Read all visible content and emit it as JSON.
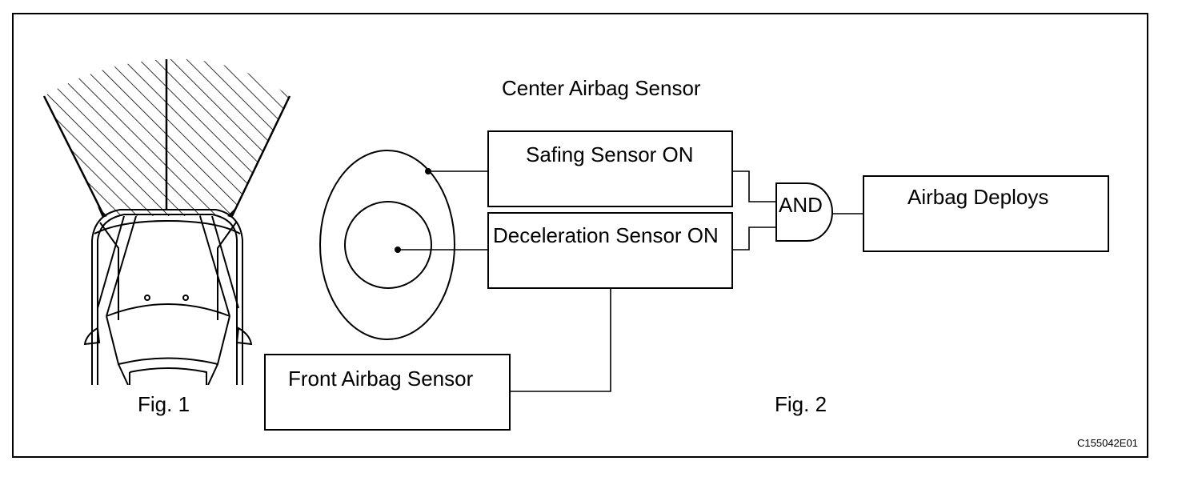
{
  "figure1": {
    "caption": "Fig. 1"
  },
  "figure2": {
    "caption": "Fig. 2",
    "center_sensor_title": "Center Airbag Sensor",
    "safing_sensor": "Safing Sensor ON",
    "deceleration_sensor": "Deceleration Sensor ON",
    "and_gate": "AND",
    "airbag_deploys": "Airbag Deploys",
    "front_sensor": "Front Airbag Sensor"
  },
  "diagram_code": "C155042E01",
  "colors": {
    "line": "#000000",
    "background": "#ffffff"
  }
}
